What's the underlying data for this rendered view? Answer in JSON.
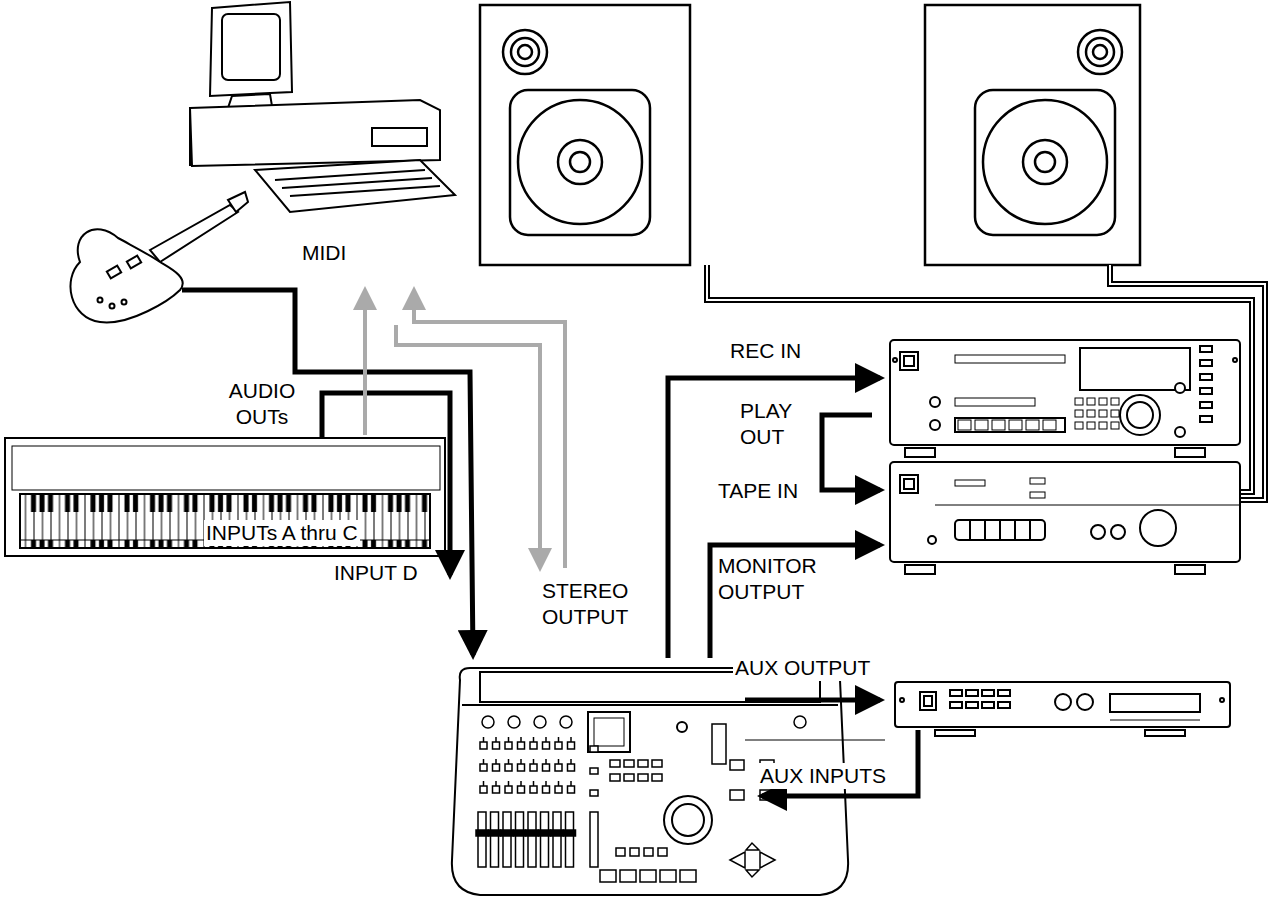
{
  "diagram": {
    "labels": [
      "MIDI",
      "AUDIO OUTs",
      "INPUTs A thru C",
      "INPUT D",
      "STEREO OUTPUT",
      "REC IN",
      "PLAY OUT",
      "TAPE IN",
      "MONITOR OUTPUT",
      "AUX OUTPUT",
      "AUX INPUTS"
    ]
  }
}
